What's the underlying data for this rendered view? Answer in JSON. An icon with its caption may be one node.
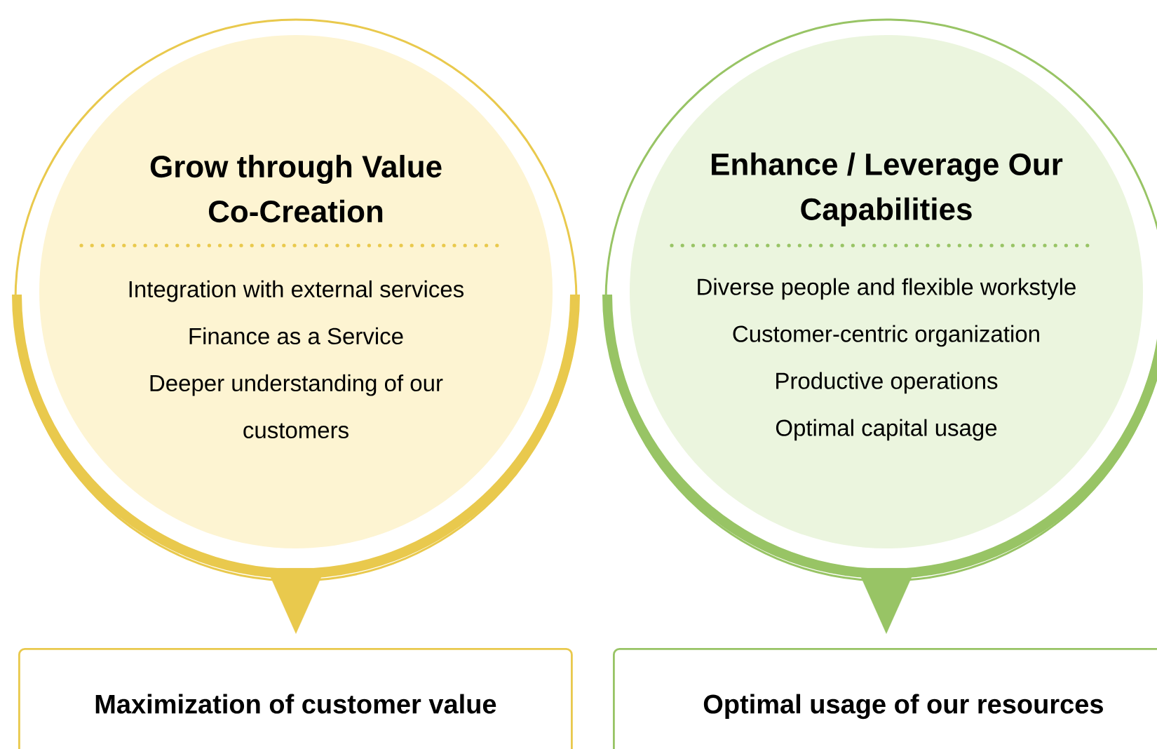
{
  "diagram": {
    "nodes": [
      {
        "text": [
          "Grow through Value Co-Creation",
          "Integration with external services",
          "Finance as a Service",
          "Deeper understanding of our customers"
        ]
      },
      {
        "text": [
          "Maximization of customer value"
        ]
      },
      {
        "text": [
          "Enhance / Leverage Our Capabilities",
          "Diverse people and flexible workstyle",
          "Customer-centric organization",
          "Productive operations",
          "Optimal capital usage"
        ]
      },
      {
        "text": [
          "Optimal usage of our resources"
        ]
      }
    ],
    "edges": [
      {
        "from": 0,
        "to": 1,
        "arrow": "to",
        "color": "#e9c94d"
      },
      {
        "from": 2,
        "to": 3,
        "arrow": "to",
        "color": "#98c465"
      }
    ]
  }
}
